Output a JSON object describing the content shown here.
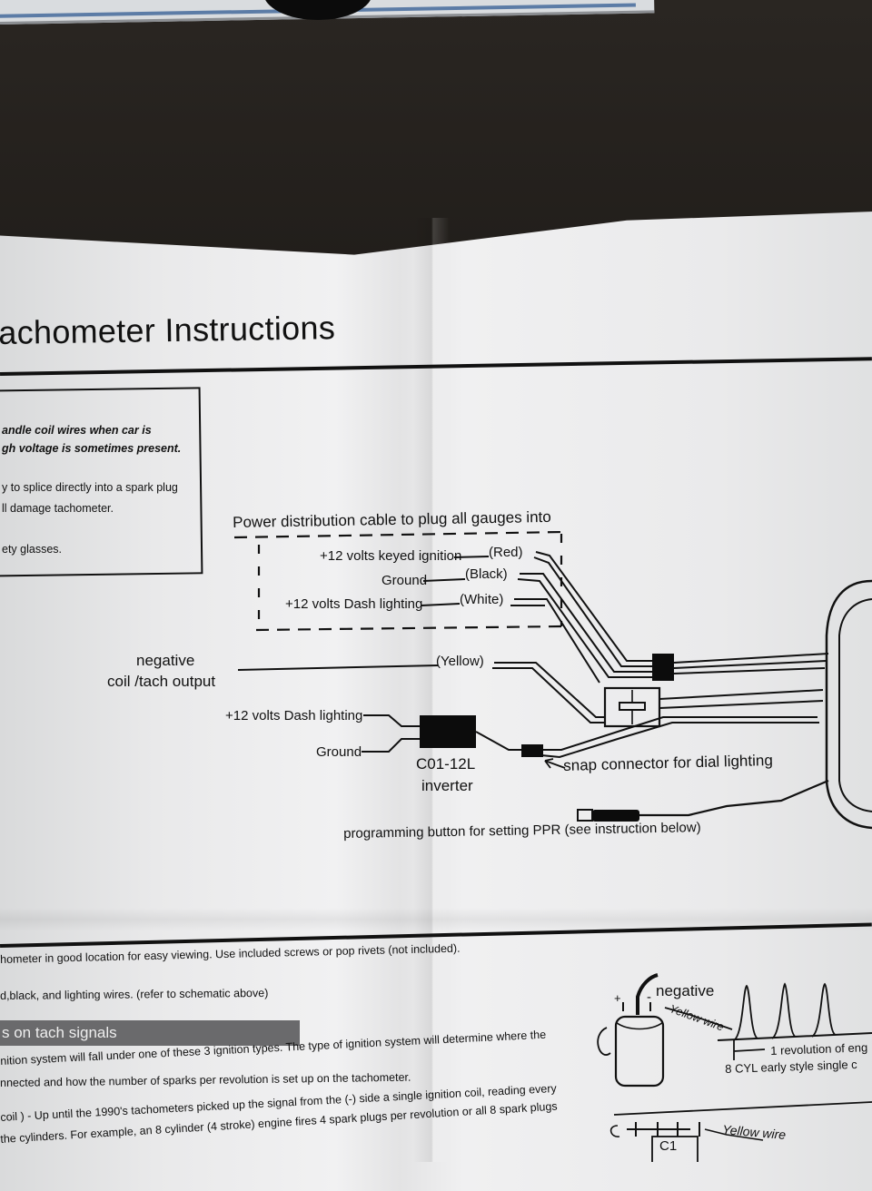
{
  "title": "achometer Instructions",
  "warning": {
    "line1": "andle coil wires when car is",
    "line2": "gh voltage is sometimes present.",
    "note1": "y to splice directly into a spark plug",
    "note2": "ll damage tachometer.",
    "note3": "ety glasses."
  },
  "diagram": {
    "cable_title": "Power distribution cable to plug all gauges into",
    "keyed": "+12 volts keyed ignition",
    "red": "(Red)",
    "ground": "Ground",
    "black": "(Black)",
    "dash": "+12 volts Dash lighting",
    "white": "(White)",
    "negative": "negative",
    "coil_output": "coil /tach output",
    "yellow": "(Yellow)",
    "dash2": "+12 volts Dash lighting",
    "ground2": "Ground",
    "inverter_code": "C01-12L",
    "inverter": "inverter",
    "snap": "snap connector for dial lighting",
    "programming": "programming button for setting PPR (see instruction below)"
  },
  "body": {
    "line1": "hometer in good location for easy viewing. Use included screws or pop rivets (not included).",
    "line2": "d,black, and lighting wires. (refer to schematic above)",
    "band": "s on tach signals",
    "p1": "nition system will fall under one of these 3 ignition types.  The type of ignition system will determine where the",
    "p2": "nnected and how the number of sparks per revolution is set up on the tachometer.",
    "p3": "coil ) - Up until the 1990's tachometers picked up the signal from the (-) side a single ignition coil, reading every",
    "p4": " the cylinders.  For example, an 8 cylinder (4 stroke) engine fires 4 spark plugs per revolution or all 8 spark plugs"
  },
  "coil_figure": {
    "plus": "+",
    "minus": "-",
    "negative": "negative",
    "yellow_wire": "Yellow wire",
    "revolution": "1 revolution of eng",
    "style": "8 CYL early style single c",
    "yellow_wire2": "Yellow wire",
    "c1": "C1"
  }
}
